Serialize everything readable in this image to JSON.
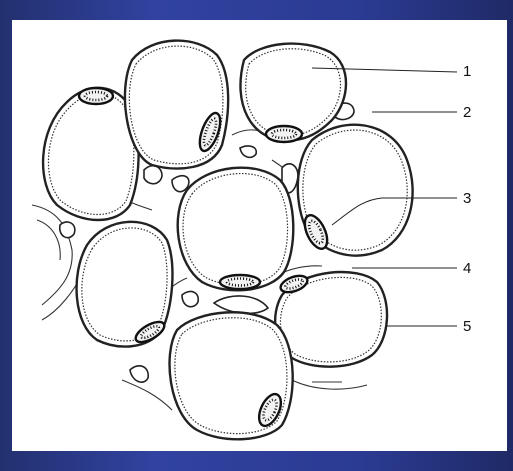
{
  "labels": {
    "l1": "1",
    "l2": "2",
    "l3": "3",
    "l4": "4",
    "l5": "5"
  }
}
